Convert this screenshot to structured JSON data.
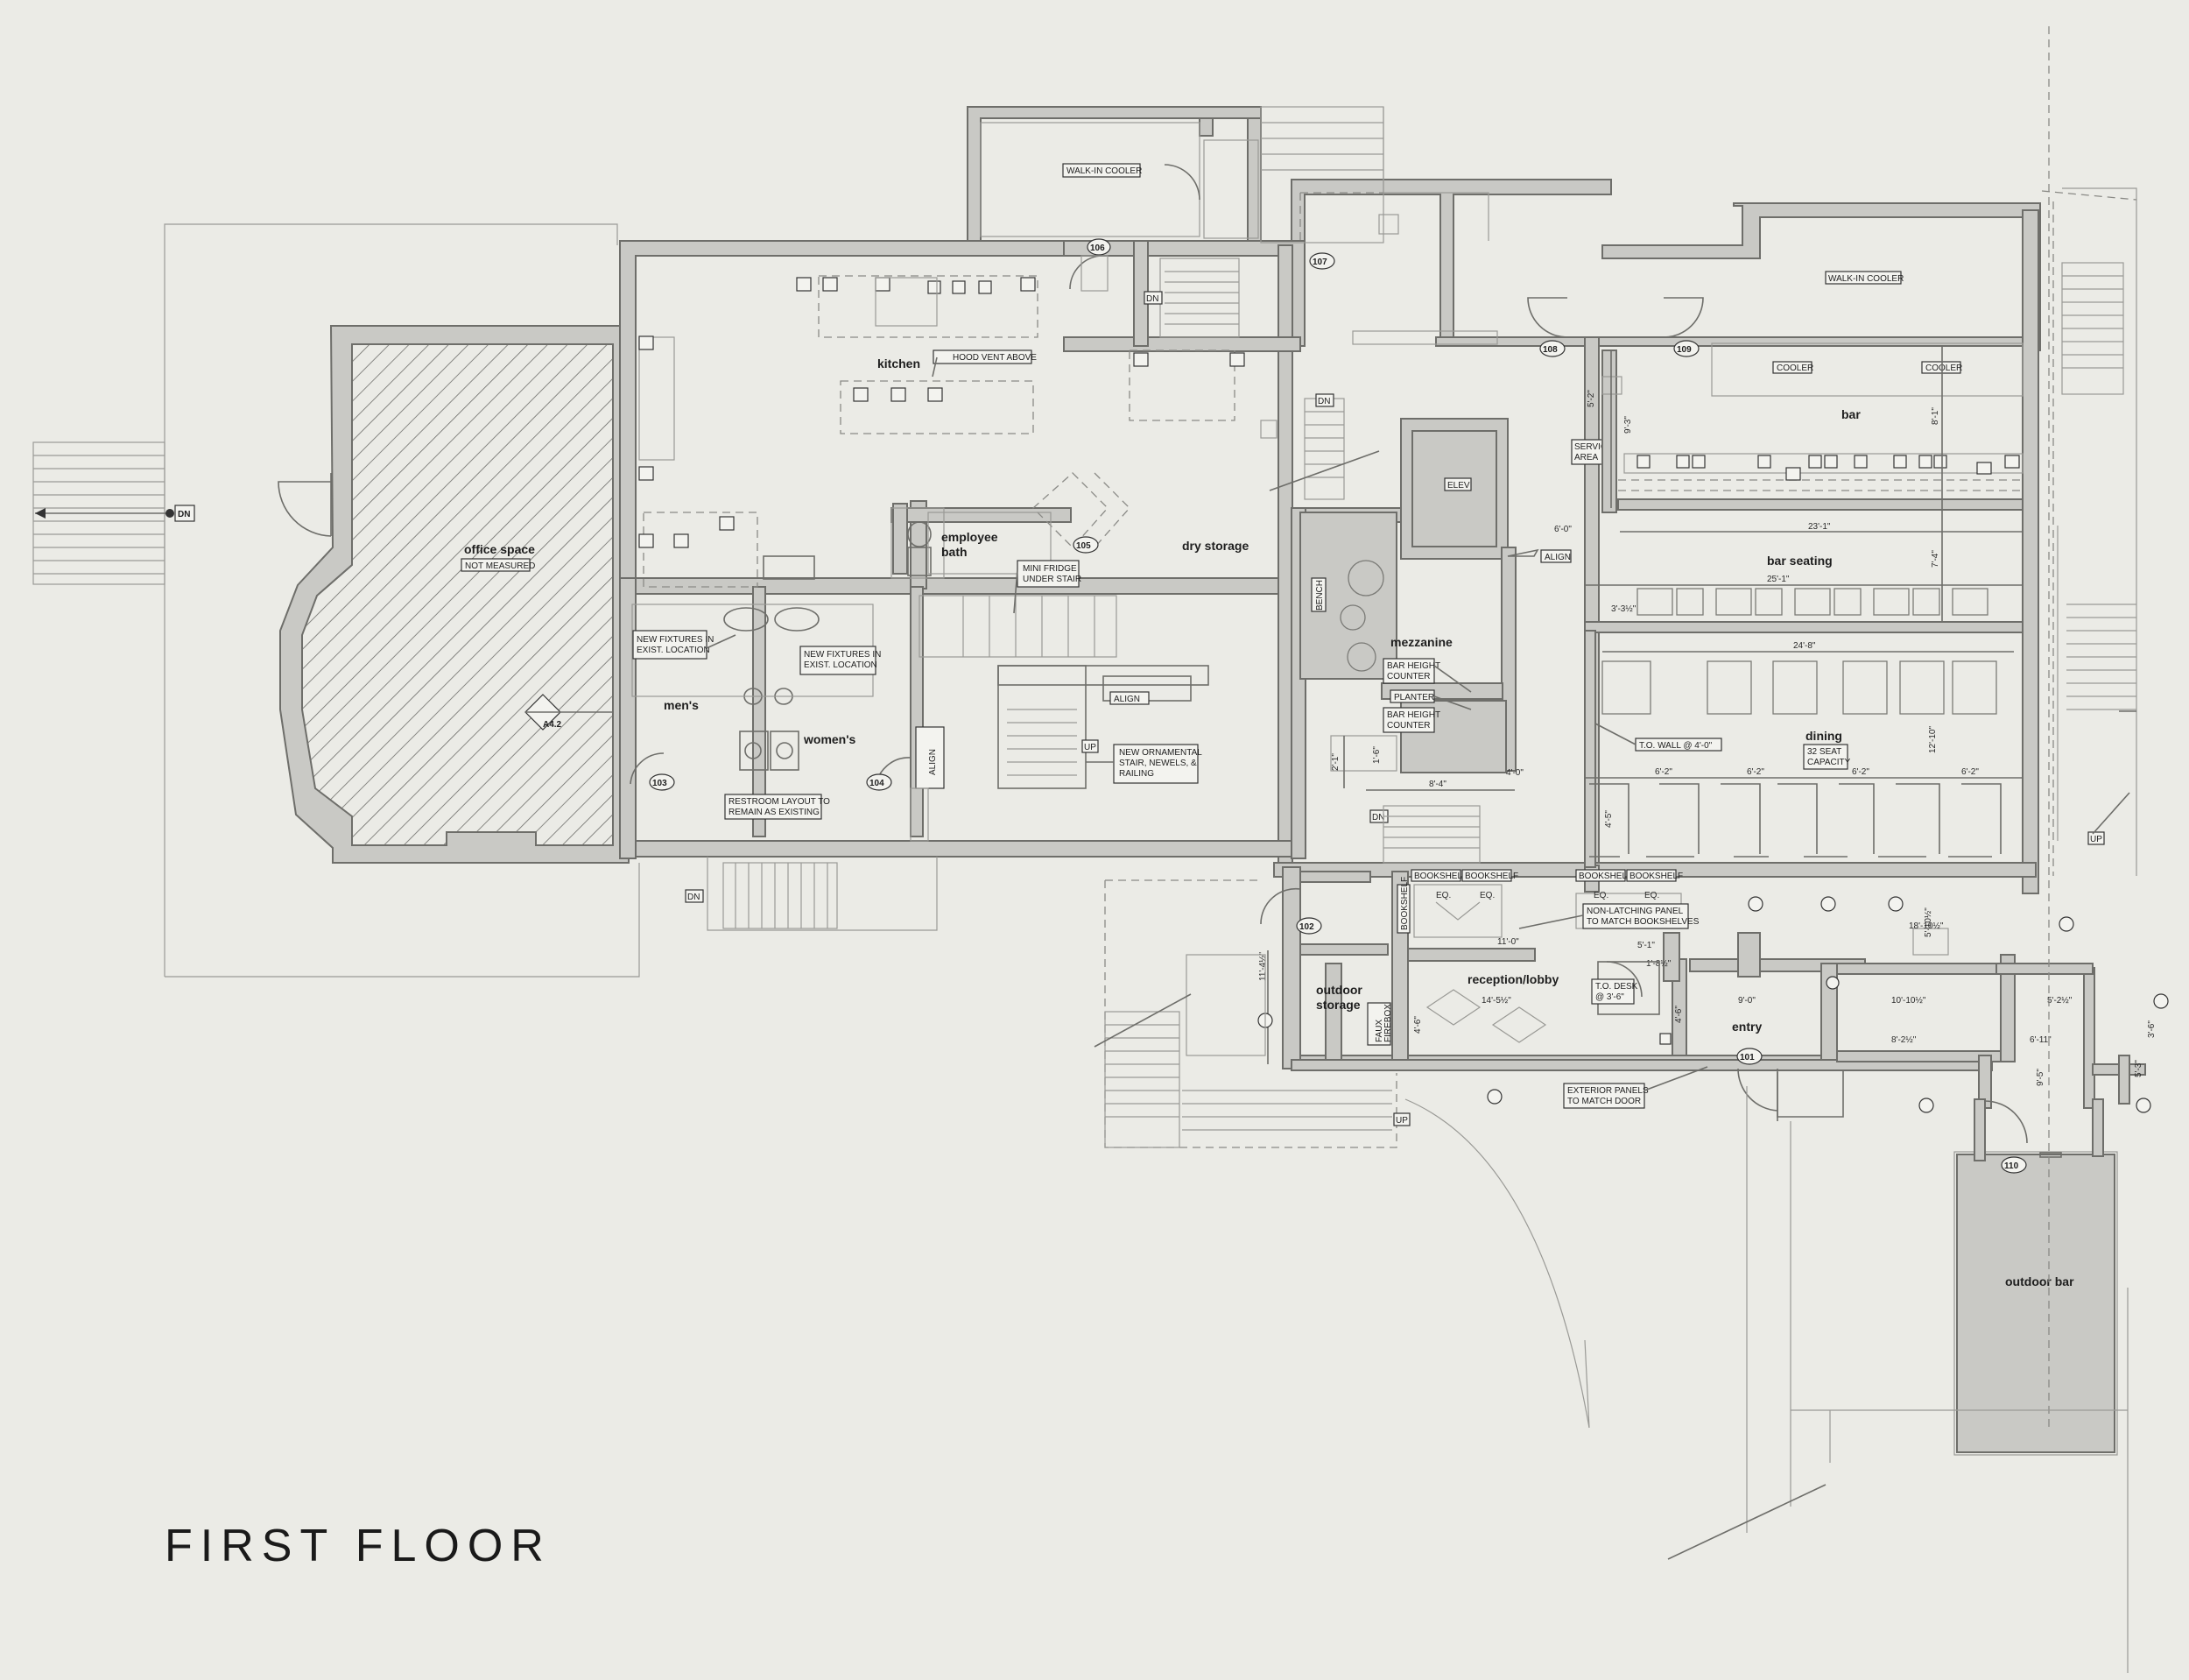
{
  "title": "FIRST FLOOR",
  "rooms": {
    "kitchen": "kitchen",
    "office": "office space",
    "office_note": "NOT MEASURED",
    "employee_bath": "employee\nbath",
    "dry_storage": "dry storage",
    "mens": "men's",
    "womens": "women's",
    "mezzanine": "mezzanine",
    "bar": "bar",
    "bar_seating": "bar seating",
    "dining": "dining",
    "dining_capacity": "32 SEAT\nCAPACITY",
    "reception": "reception/lobby",
    "outdoor_storage": "outdoor\nstorage",
    "entry": "entry",
    "outdoor_bar": "outdoor bar"
  },
  "room_numbers": [
    "101",
    "102",
    "103",
    "104",
    "105",
    "106",
    "107",
    "108",
    "109",
    "110"
  ],
  "notes": {
    "walk_in_1": "WALK-IN COOLER",
    "walk_in_2": "WALK-IN COOLER",
    "hood": "HOOD VENT ABOVE",
    "cooler_1": "COOLER",
    "cooler_2": "COOLER",
    "service": "SERVICE\nAREA",
    "elev": "ELEV",
    "align_1": "ALIGN",
    "align_2": "ALIGN",
    "align_3": "ALIGN",
    "bench": "BENCH",
    "mini_fridge": "MINI FRIDGE\nUNDER STAIR",
    "new_fix_1": "NEW FIXTURES IN\nEXIST. LOCATION",
    "new_fix_2": "NEW FIXTURES IN\nEXIST. LOCATION",
    "restroom": "RESTROOM LAYOUT TO\nREMAIN AS EXISTING",
    "ornamental": "NEW ORNAMENTAL\nSTAIR, NEWELS, &\nRAILING",
    "bar_height_1": "BAR HEIGHT\nCOUNTER",
    "planter": "PLANTER",
    "bar_height_2": "BAR HEIGHT\nCOUNTER",
    "to_wall": "T.O. WALL @ 4'-0\"",
    "bookshelf": "BOOKSHELF",
    "non_latching": "NON-LATCHING PANEL\nTO MATCH BOOKSHELVES",
    "to_desk": "T.O. DESK\n@ 3'-6\"",
    "faux": "FAUX\nFIREBOX",
    "exterior_panels": "EXTERIOR PANELS\nTO MATCH DOOR",
    "dn": "DN",
    "up": "UP",
    "eq": "EQ.",
    "section_ref": "A4.2"
  },
  "dimensions": {
    "d1": "23'-1\"",
    "d2": "25'-1\"",
    "d3": "24'-8\"",
    "d4": "6'-2\"",
    "d5": "3'-3½\"",
    "d6": "8'-4\"",
    "d7": "2'-1\"",
    "d8": "1'-6\"",
    "d9": "4'-0\"",
    "d10": "4'-5\"",
    "d11": "6'-0\"",
    "d12": "5'-2\"",
    "d13": "9'-3\"",
    "d14": "8'-1\"",
    "d15": "7'-4\"",
    "d16": "12'-10\"",
    "d17": "18'-10½\"",
    "d18": "11'-0\"",
    "d19": "5'-1\"",
    "d20": "1'-8½\"",
    "d21": "14'-5½\"",
    "d22": "9'-0\"",
    "d23": "10'-10½\"",
    "d24": "5'-2½\"",
    "d25": "8'-2½\"",
    "d26": "6'-11\"",
    "d27": "4'-6\"",
    "d28": "4'-6\"",
    "d29": "11'-4½\"",
    "d30": "5'-10½\"",
    "d31": "3'-6\"",
    "d32": "5'-3\"",
    "d33": "9'-5\""
  }
}
